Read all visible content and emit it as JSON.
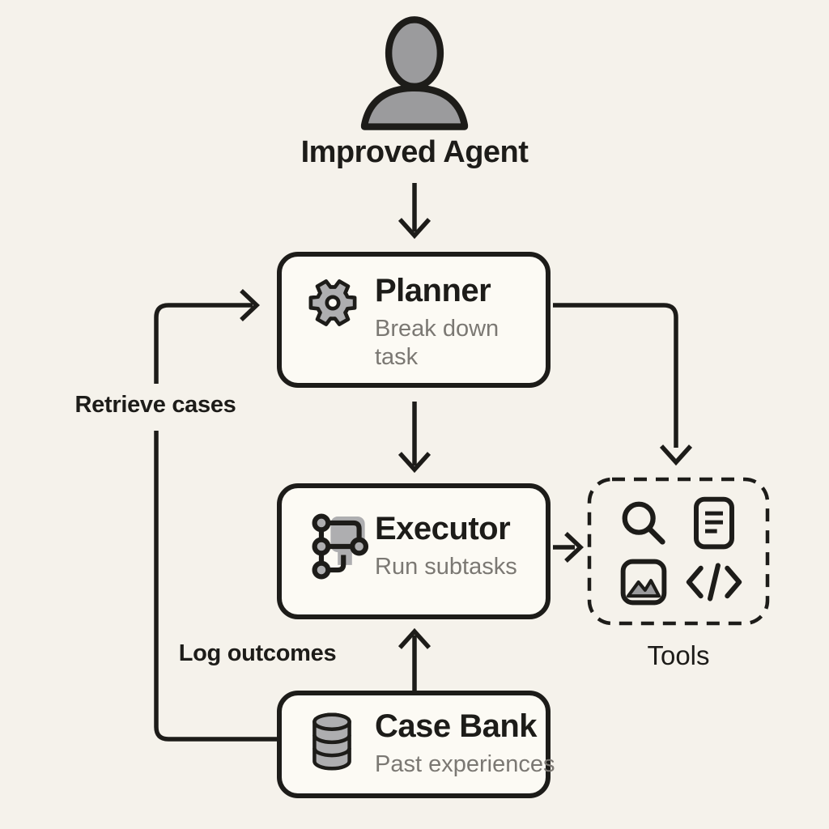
{
  "agent": {
    "label": "Improved Agent",
    "icon": "person-icon"
  },
  "nodes": {
    "planner": {
      "title": "Planner",
      "subtitle": "Break down task",
      "icon": "gear-icon"
    },
    "executor": {
      "title": "Executor",
      "subtitle": "Run subtasks",
      "icon": "workflow-icon"
    },
    "case_bank": {
      "title": "Case Bank",
      "subtitle": "Past experiences",
      "icon": "database-icon"
    },
    "tools": {
      "label": "Tools",
      "icons": [
        "search-icon",
        "document-icon",
        "image-icon",
        "code-icon"
      ]
    }
  },
  "edges": {
    "agent_to_planner": "arrow-down",
    "planner_to_executor": "arrow-down",
    "case_bank_to_executor": "arrow-up",
    "executor_to_tools": "arrow-right",
    "planner_to_tools": "elbow-arrow-down",
    "case_bank_to_planner": {
      "label": "Retrieve cases",
      "shape": "elbow-arrow-right"
    },
    "log_outcomes_label": "Log outcomes"
  },
  "colors": {
    "background": "#f5f2eb",
    "node_fill": "#fcfaf4",
    "stroke": "#1d1c19",
    "muted_text": "#7b7873",
    "icon_gray": "#aeaeb0",
    "person_gray": "#9b9b9d"
  }
}
